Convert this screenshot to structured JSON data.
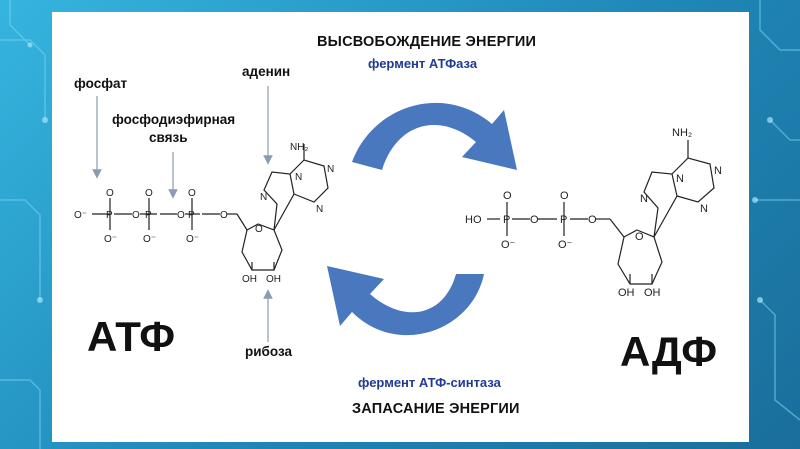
{
  "labels": {
    "title_release": "ВЫСВОБОЖДЕНИЕ ЭНЕРГИИ",
    "enzyme_atpase": "фермент АТФаза",
    "enzyme_synthase": "фермент АТФ-синтаза",
    "title_storage": "ЗАПАСАНИЕ ЭНЕРГИИ",
    "phosphate": "фосфат",
    "phosphodiester_line1": "фосфодиэфирная",
    "phosphodiester_line2": "связь",
    "adenine": "аденин",
    "ribose": "рибоза",
    "atp": "АТФ",
    "adp": "АДФ"
  },
  "atp_molecule": {
    "phosphate_chain": "O⁻-P-O-P-O-P-O",
    "amine": "NH₂",
    "hydroxyls": "OH OH"
  },
  "adp_molecule": {
    "phosphate_chain": "HO-P-O-P-O",
    "amine": "NH₂",
    "hydroxyls": "OH OH"
  },
  "colors": {
    "arrow": "#4a78bf",
    "enzyme_text": "#1f3a93",
    "pointer_arrow": "#8a9bb3"
  }
}
